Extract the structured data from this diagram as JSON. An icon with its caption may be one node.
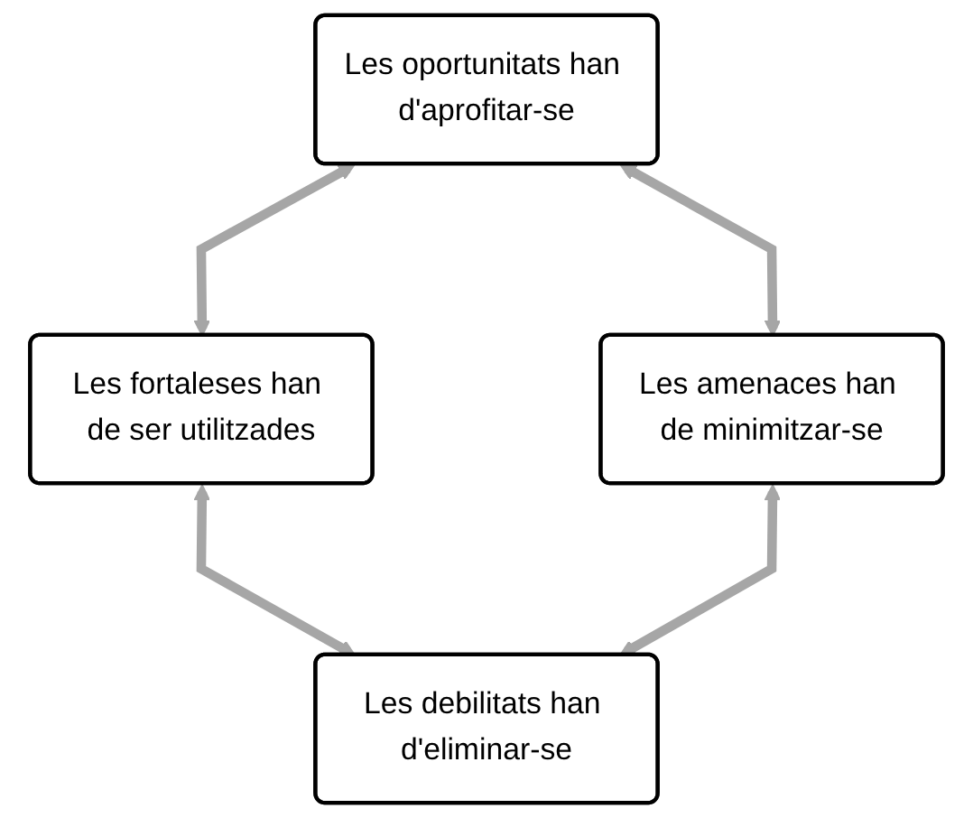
{
  "diagram": {
    "nodes": [
      {
        "text": [
          "Les oportunitats han d'aprofitar-se"
        ]
      },
      {
        "text": [
          "Les fortaleses han de ser utilitzades"
        ]
      },
      {
        "text": [
          "Les amenaces han de minimitzar-se"
        ]
      },
      {
        "text": [
          "Les debilitats han d'eliminar-se"
        ]
      }
    ],
    "edges": [
      {
        "from": 0,
        "to": 1,
        "arrow": "both"
      },
      {
        "from": 0,
        "to": 2,
        "arrow": "both"
      },
      {
        "from": 1,
        "to": 3,
        "arrow": "both"
      },
      {
        "from": 2,
        "to": 3,
        "arrow": "both"
      }
    ]
  }
}
